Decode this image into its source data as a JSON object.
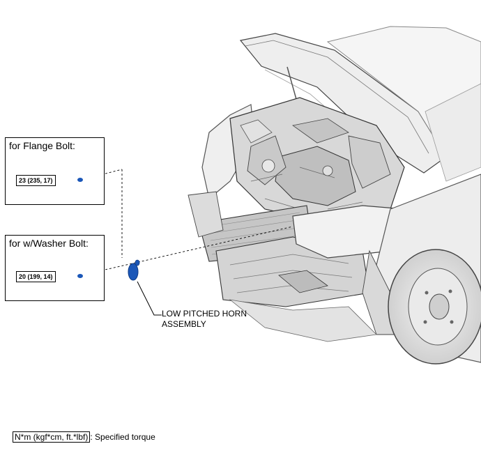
{
  "callouts": {
    "flange": {
      "title": "for Flange Bolt:",
      "torque": "23 (235, 17)"
    },
    "washer": {
      "title": "for w/Washer Bolt:",
      "torque": "20 (199, 14)"
    }
  },
  "part_label": {
    "line1": "LOW PITCHED HORN",
    "line2": "ASSEMBLY"
  },
  "legend": {
    "unit": "N*m (kgf*cm, ft.*lbf)",
    "text": ": Specified torque"
  },
  "colors": {
    "part": "#1b57b8",
    "line": "#000000",
    "body": "#e6e6e6"
  }
}
